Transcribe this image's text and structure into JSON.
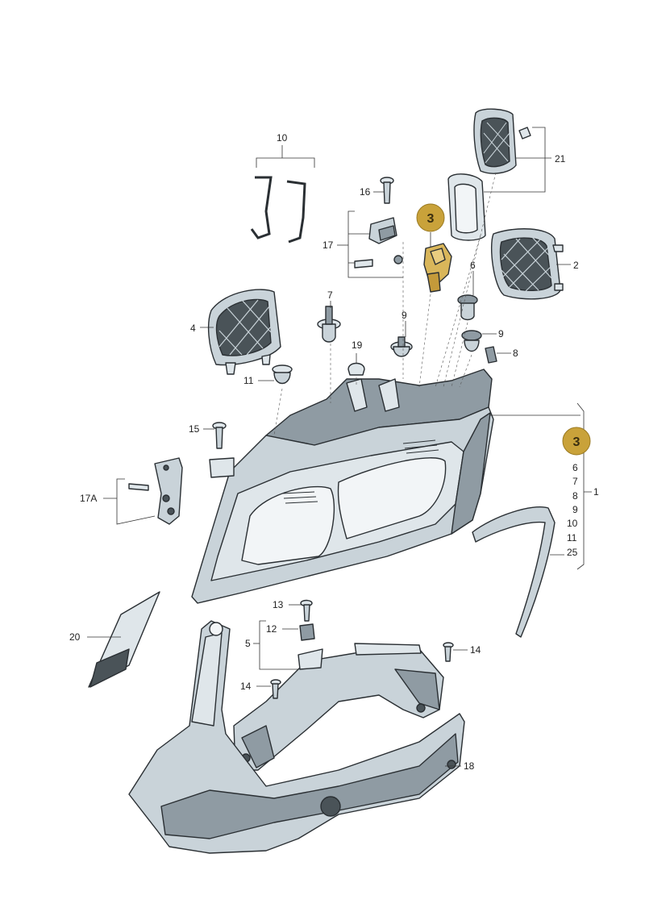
{
  "callouts": {
    "c1": "1",
    "c2": "2",
    "c3_highlight": "3",
    "c3_list": "3",
    "c4": "4",
    "c5": "5",
    "c6_list": "6",
    "c6": "6",
    "c7_list": "7",
    "c7": "7",
    "c8_list": "8",
    "c8": "8",
    "c9_list": "9",
    "c9_a": "9",
    "c9_b": "9",
    "c10_list": "10",
    "c10": "10",
    "c11_list": "11",
    "c11": "11",
    "c12": "12",
    "c13": "13",
    "c14_a": "14",
    "c14_b": "14",
    "c15": "15",
    "c16": "16",
    "c17": "17",
    "c17a": "17A",
    "c18": "18",
    "c19": "19",
    "c20": "20",
    "c21": "21",
    "c25_list": "25"
  },
  "colors": {
    "highlight_badge": "#c9a23a",
    "highlight_part": "#d9b65a",
    "part_body": "#c9d3d9"
  }
}
